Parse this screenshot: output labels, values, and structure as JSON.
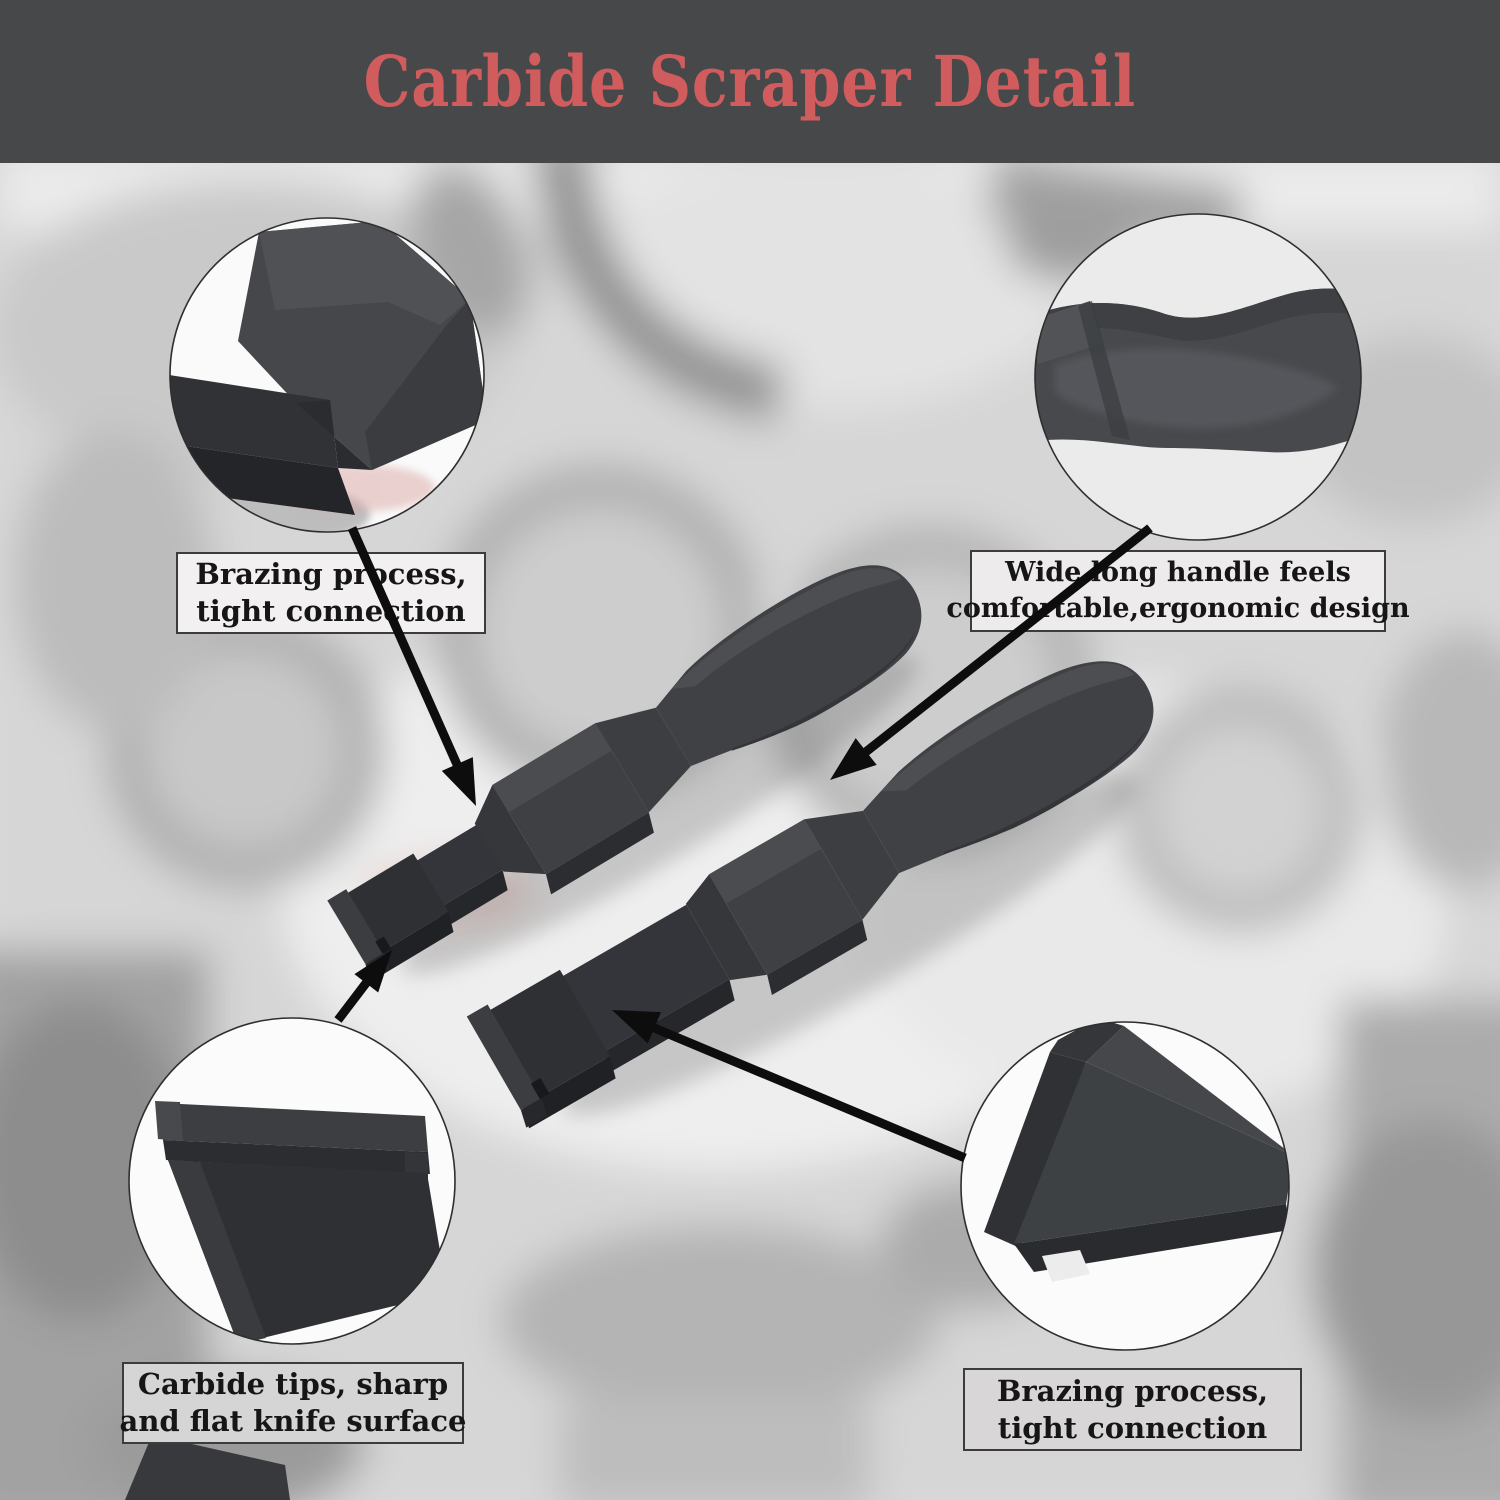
{
  "header": {
    "title": "Carbide Scraper Detail",
    "bg_color": "#47484a",
    "title_color": "#d05c5e"
  },
  "callouts": {
    "top_left": {
      "line1": "Brazing process,",
      "line2": "tight connection"
    },
    "top_right": {
      "line1": "Wide long handle feels",
      "line2": "comfortable,ergonomic design"
    },
    "bottom_left": {
      "line1": "Carbide tips, sharp",
      "line2": "and flat knife surface"
    },
    "bottom_right": {
      "line1": "Brazing process,",
      "line2": "tight connection"
    }
  },
  "product": {
    "name": "carbide scraper set of two",
    "tool_body_color": "#3f4144",
    "tool_blade_color": "#303236",
    "background": "faded grayscale engine block photo"
  }
}
